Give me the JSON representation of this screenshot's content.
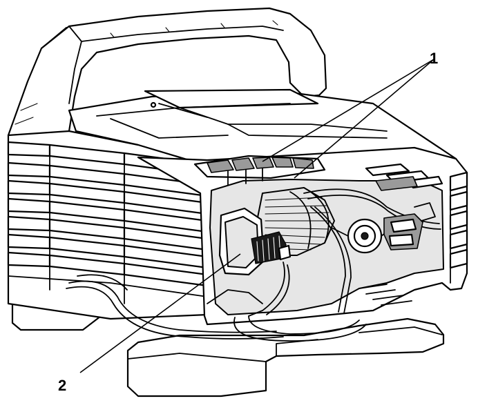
{
  "callouts": [
    {
      "label": "1",
      "part": "ventilation-slots"
    },
    {
      "label": "2",
      "part": "cable-connector"
    }
  ],
  "colors": {
    "line": "#000000",
    "fill": "#ffffff",
    "shade": "#e6e6e6",
    "dark": "#9a9a9a"
  }
}
